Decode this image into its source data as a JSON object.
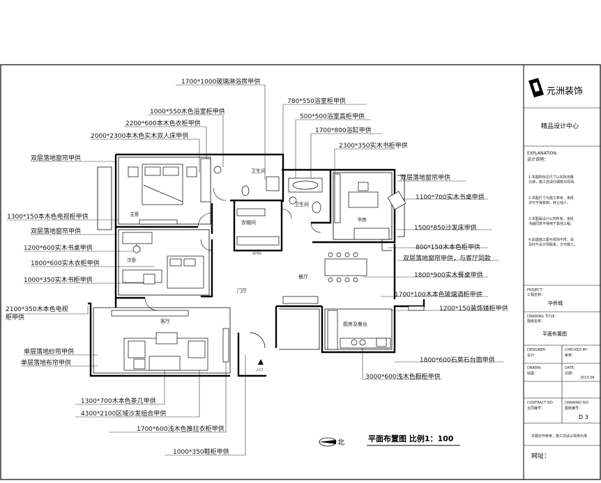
{
  "labels_left": [
    "1700*1000玻璃淋浴房甲供",
    "1000*550木色浴室柜甲供",
    "2200*600本木色衣柜甲供",
    "2000*2300本木色实木双人床甲供",
    "双层落地窗帘甲供",
    "1300*150本木色电视柜甲供",
    "双层落地窗帘甲供",
    "1200*600实木书桌甲供",
    "1800*600实木衣柜甲供",
    "1000*350实木书柜甲供",
    "2100*350木本色电视",
    "柜甲供",
    "单层落地纱帘甲供",
    "单层落地布帘甲供",
    "1300*700木本色茶几甲供",
    "4300*2100区域沙发组合甲供",
    "1700*600浅木色推拉衣柜甲供",
    "1000*350鞋柜甲供"
  ],
  "labels_top": [
    "780*550浴室柜甲供",
    "500*500浴室高柜甲供",
    "1700*800浴缸甲供",
    "2300*350实木书柜甲供"
  ],
  "labels_right": [
    "双层落地窗帘甲供",
    "1100*700实木书桌甲供",
    "1500*850沙发床甲供",
    "800*150木本色柜甲供",
    "双层落地窗帘甲供，与客厅同款",
    "1800*900实木餐桌甲供",
    "1700*100木本色玻璃酒柜甲供",
    "1200*150装饰矮柜甲供",
    "1800*600石英石台面甲供",
    "3000*600浅木色橱柜甲供"
  ],
  "rooms": {
    "bath1": "卫生间",
    "bath2": "卫生间",
    "master": "主卧",
    "second": "次卧",
    "study": "书房",
    "cloak": "衣帽间",
    "living": "客厅",
    "dining": "餐厅",
    "kitchen": "厨房及餐台",
    "hall": "门厅",
    "dim": "4750",
    "entry": "入口"
  },
  "plan_title": "平面布置图  比例1：100",
  "north": "北",
  "titleblock": {
    "logo_text": "元洲装饰",
    "center": "精品设计中心",
    "explanation_en": "EXPLANATION:",
    "explanation_cn": "设计说明：",
    "notes": [
      "1.本图所标注尺寸以实际测量为准，施工前请仔细核对现场。",
      "2.本图尺寸为施工参考，未经许可不得复制、转让他人。",
      "3.本图属设计公司所有，未经书面同意不得用于其他工程。",
      "4.如遇施工图与现场不符，请及时与设计师联系，方可施工。"
    ],
    "project_label": "PROJECT:",
    "project_cn": "工程名称：",
    "project": "华侨城",
    "drawing_label": "DRAWING TITLE:",
    "drawing_cn": "图纸名称：",
    "drawing": "平面布置图",
    "designer_label": "DESIGNER:",
    "designer_cn": "设计：",
    "checker_label": "CHECKED BY:",
    "checker_cn": "审核：",
    "drawn_label": "DRAWN:",
    "drawn_cn": "绘图：",
    "date_label": "DATE:",
    "date_cn": "日期：",
    "date": "2013.06",
    "contract_label": "CONTRACT NO:",
    "contract_cn": "合同编号：",
    "drawing_no_label": "DRAWING NO:",
    "drawing_no_cn": "图纸编号：",
    "drawing_no": "D 3",
    "footer1": "本图仅作参考，施工前请以现场为准",
    "footer2": "网址："
  }
}
